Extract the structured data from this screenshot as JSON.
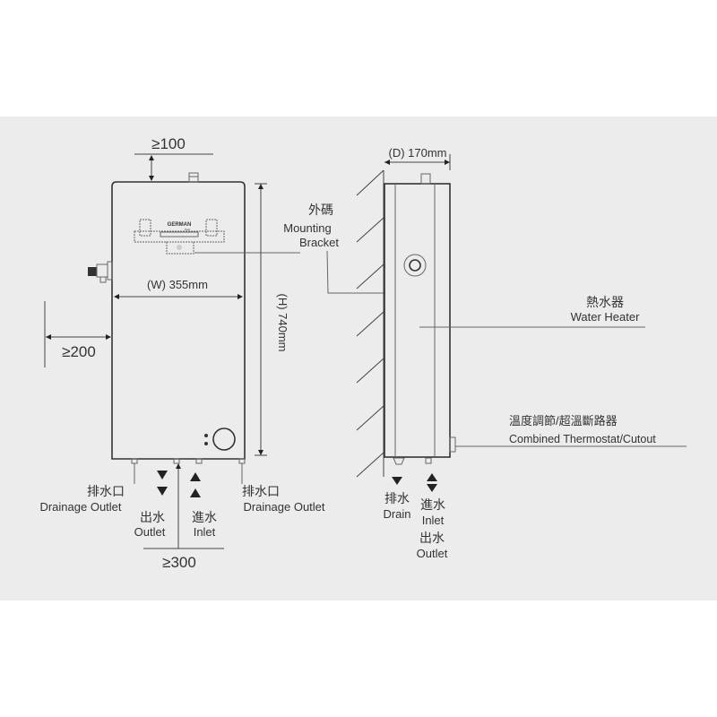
{
  "front_view": {
    "top_clearance": "≥100",
    "side_clearance": "≥200",
    "bottom_clearance": "≥300",
    "width_label": "(W) 355mm",
    "height_label": "(H) 740mm",
    "logo_text": "GERMAN",
    "logo_subtext": "Pool",
    "mounting_bracket_zh": "外碼",
    "mounting_bracket_en_1": "Mounting",
    "mounting_bracket_en_2": "Bracket",
    "drain_left_zh": "排水口",
    "drain_left_en": "Drainage Outlet",
    "drain_right_zh": "排水口",
    "drain_right_en": "Drainage Outlet",
    "outlet_zh": "出水",
    "outlet_en": "Outlet",
    "inlet_zh": "進水",
    "inlet_en": "Inlet"
  },
  "side_view": {
    "depth_label": "(D) 170mm",
    "heater_zh": "熱水器",
    "heater_en": "Water Heater",
    "thermostat_zh": "溫度調節/超溫斷路器",
    "thermostat_en": "Combined Thermostat/Cutout",
    "drain_zh": "排水",
    "drain_en": "Drain",
    "inlet_zh": "進水",
    "inlet_en": "Inlet",
    "outlet_zh": "出水",
    "outlet_en": "Outlet"
  }
}
